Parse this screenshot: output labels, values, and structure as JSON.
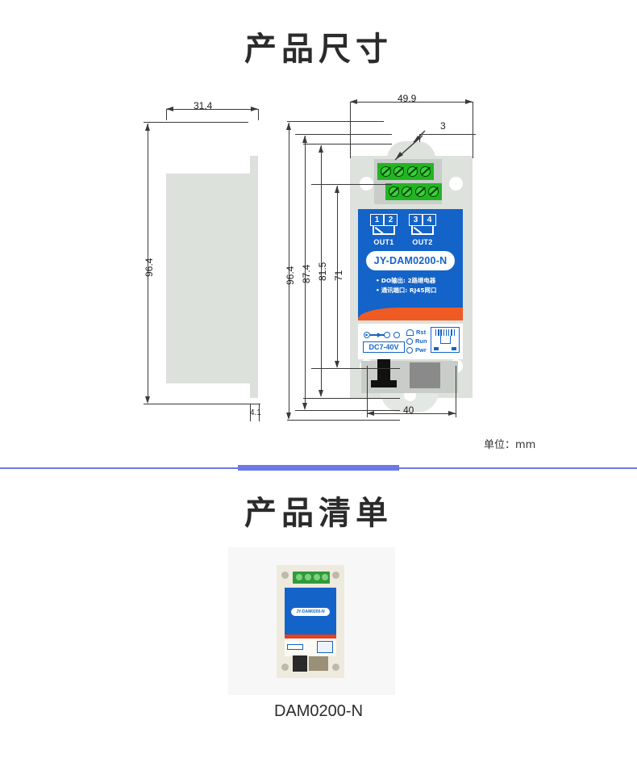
{
  "sections": {
    "dimensions_title": "产品尺寸",
    "productlist_title": "产品清单"
  },
  "drawing": {
    "unit_note": "单位：mm",
    "dimensions": {
      "side_width": "31.4",
      "side_height": "96.4",
      "side_lip": "4.1",
      "front_width": "49.9",
      "hole_diameter": "3",
      "front_height_total": "96.4",
      "front_height_2": "87.4",
      "front_height_3": "81.5",
      "front_height_4": "71",
      "front_hole_spacing": "40"
    },
    "device": {
      "model": "JY-DAM0200-N",
      "relay1_label": "OUT1",
      "relay2_label": "OUT2",
      "terminal_numbers": [
        "1",
        "2",
        "3",
        "4"
      ],
      "features": [
        "DO输出: 2路继电器",
        "通讯端口: RJ45网口"
      ],
      "power_label": "DC7-40V",
      "indicators": [
        "Rst",
        "Run",
        "Pwr"
      ]
    },
    "colors": {
      "label_blue": "#1463c8",
      "accent_orange": "#ef5b22",
      "terminal_green": "#22b522",
      "divider_blue": "#6d79e8",
      "body_gray": "#dde2dd"
    }
  },
  "product_list": {
    "caption": "DAM0200-N",
    "photo_model": "JY-DAM0200-N"
  }
}
